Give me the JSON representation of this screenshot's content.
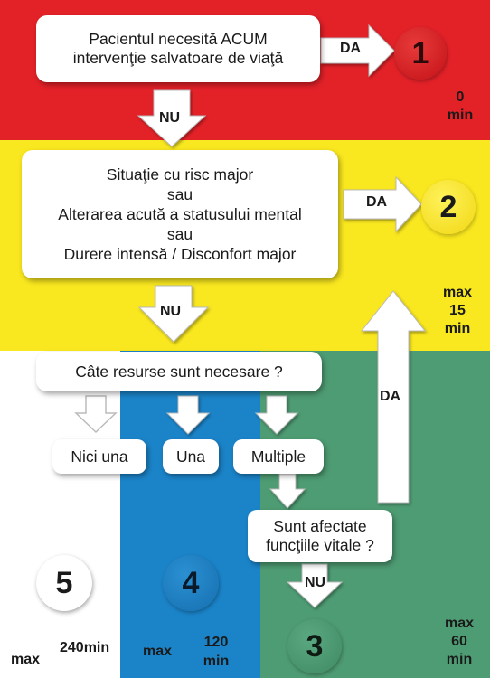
{
  "colors": {
    "red": "#e32228",
    "yellow": "#f9e71f",
    "white": "#ffffff",
    "blue": "#1b84c9",
    "green": "#4e9c73"
  },
  "q1": {
    "lines": [
      "Pacientul necesită ACUM",
      "intervenţie salvatoare de viaţă"
    ]
  },
  "q2": {
    "lines": [
      "Situaţie cu risc major",
      "sau",
      "Alterarea acută a statusului mental",
      "sau",
      "Durere intensă / Disconfort major"
    ]
  },
  "q3": {
    "text": "Câte resurse sunt necesare ?"
  },
  "q4": {
    "lines": [
      "Sunt afectate",
      "funcţiile vitale ?"
    ]
  },
  "options": {
    "none": "Nici una",
    "one": "Una",
    "multiple": "Multiple"
  },
  "arrows": {
    "yes1": "DA",
    "no1": "NU",
    "yes2": "DA",
    "no2": "NU",
    "yes3": "DA",
    "no3": "NU"
  },
  "levels": {
    "l1": {
      "number": "1",
      "time": [
        "0",
        "min"
      ]
    },
    "l2": {
      "number": "2",
      "time": [
        "max",
        "15",
        "min"
      ]
    },
    "l3": {
      "number": "3",
      "time": [
        "max",
        "60",
        "min"
      ]
    },
    "l4": {
      "number": "4",
      "prefix": "max",
      "time": [
        "120",
        "min"
      ]
    },
    "l5": {
      "number": "5",
      "prefix": "max",
      "time": "240min"
    }
  }
}
